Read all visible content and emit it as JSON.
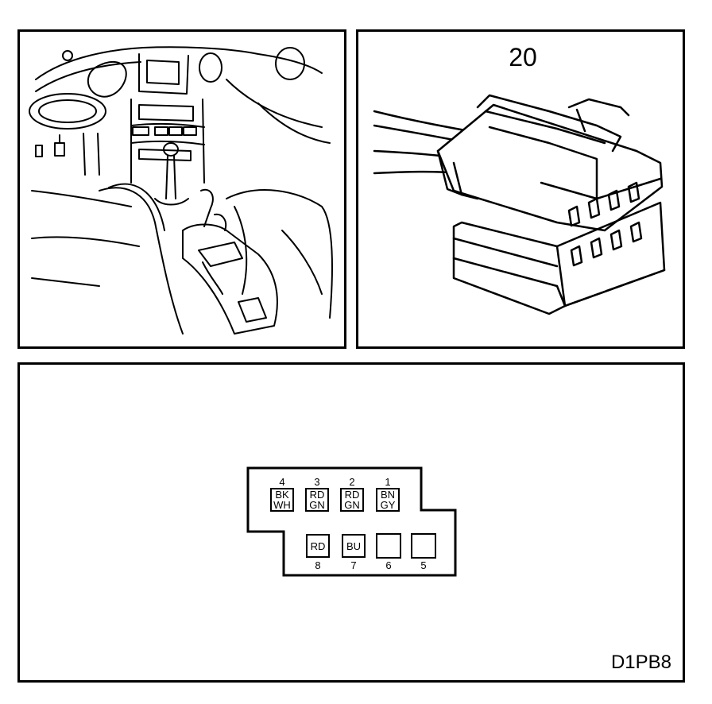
{
  "connector": {
    "reference_number": "20",
    "diagram_code": "D1PB8",
    "pins_top_row": [
      {
        "number": "4",
        "wire_color_1": "BK",
        "wire_color_2": "WH"
      },
      {
        "number": "3",
        "wire_color_1": "RD",
        "wire_color_2": "GN"
      },
      {
        "number": "2",
        "wire_color_1": "RD",
        "wire_color_2": "GN"
      },
      {
        "number": "1",
        "wire_color_1": "BN",
        "wire_color_2": "GY"
      }
    ],
    "pins_bottom_row": [
      {
        "number": "8",
        "wire_color_1": "RD"
      },
      {
        "number": "7",
        "wire_color_1": "BU"
      },
      {
        "number": "6",
        "wire_color_1": ""
      },
      {
        "number": "5",
        "wire_color_1": ""
      }
    ]
  }
}
